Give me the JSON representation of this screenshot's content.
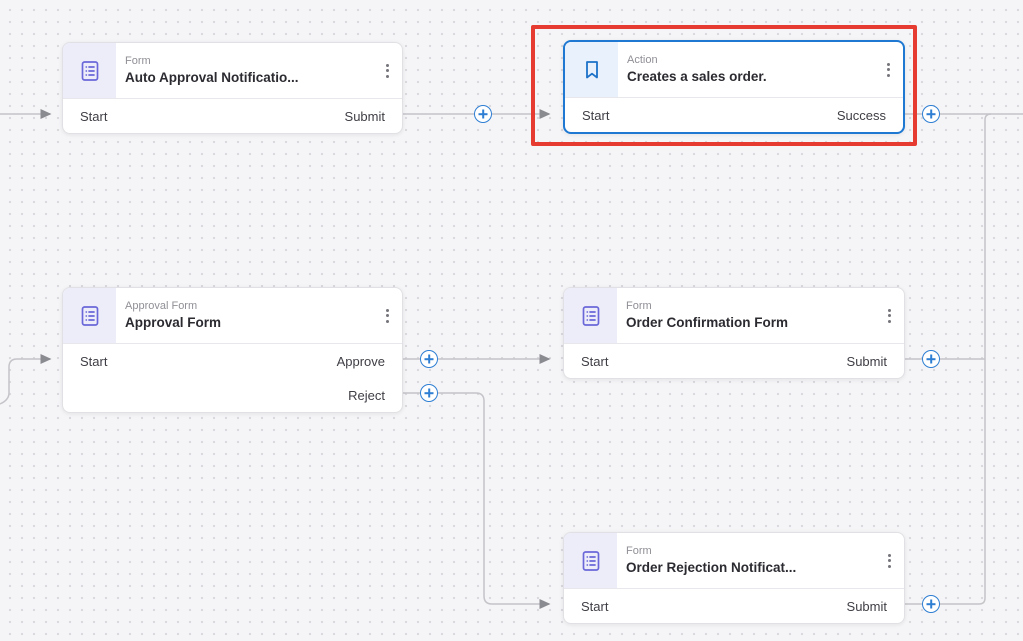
{
  "canvas": {
    "background_color": "#f5f5f7",
    "dot_color": "#d9d9de",
    "connector_color": "#c4c4c9",
    "accent_blue": "#2e7ed3",
    "selected_border_blue": "#1f78d2",
    "highlight_red": "#e53b30",
    "form_icon_purple": "#6a68d8",
    "action_icon_blue": "#1d71c8"
  },
  "icons": {
    "form": "form-icon",
    "action": "bookmark-icon",
    "menu": "kebab-menu-icon",
    "add": "add-step-icon"
  },
  "nodes": [
    {
      "type_label": "Form",
      "title": "Auto Approval Notificatio...",
      "rows": [
        {
          "left": "Start",
          "right": "Submit"
        }
      ],
      "selected": false
    },
    {
      "type_label": "Action",
      "title": "Creates a sales order.",
      "rows": [
        {
          "left": "Start",
          "right": "Success"
        }
      ],
      "selected": true,
      "highlighted": true
    },
    {
      "type_label": "Approval Form",
      "title": "Approval Form",
      "rows": [
        {
          "left": "Start",
          "right": "Approve"
        },
        {
          "left": "",
          "right": "Reject"
        }
      ],
      "selected": false
    },
    {
      "type_label": "Form",
      "title": "Order Confirmation Form",
      "rows": [
        {
          "left": "Start",
          "right": "Submit"
        }
      ],
      "selected": false
    },
    {
      "type_label": "Form",
      "title": "Order Rejection Notificat...",
      "rows": [
        {
          "left": "Start",
          "right": "Submit"
        }
      ],
      "selected": false
    }
  ]
}
